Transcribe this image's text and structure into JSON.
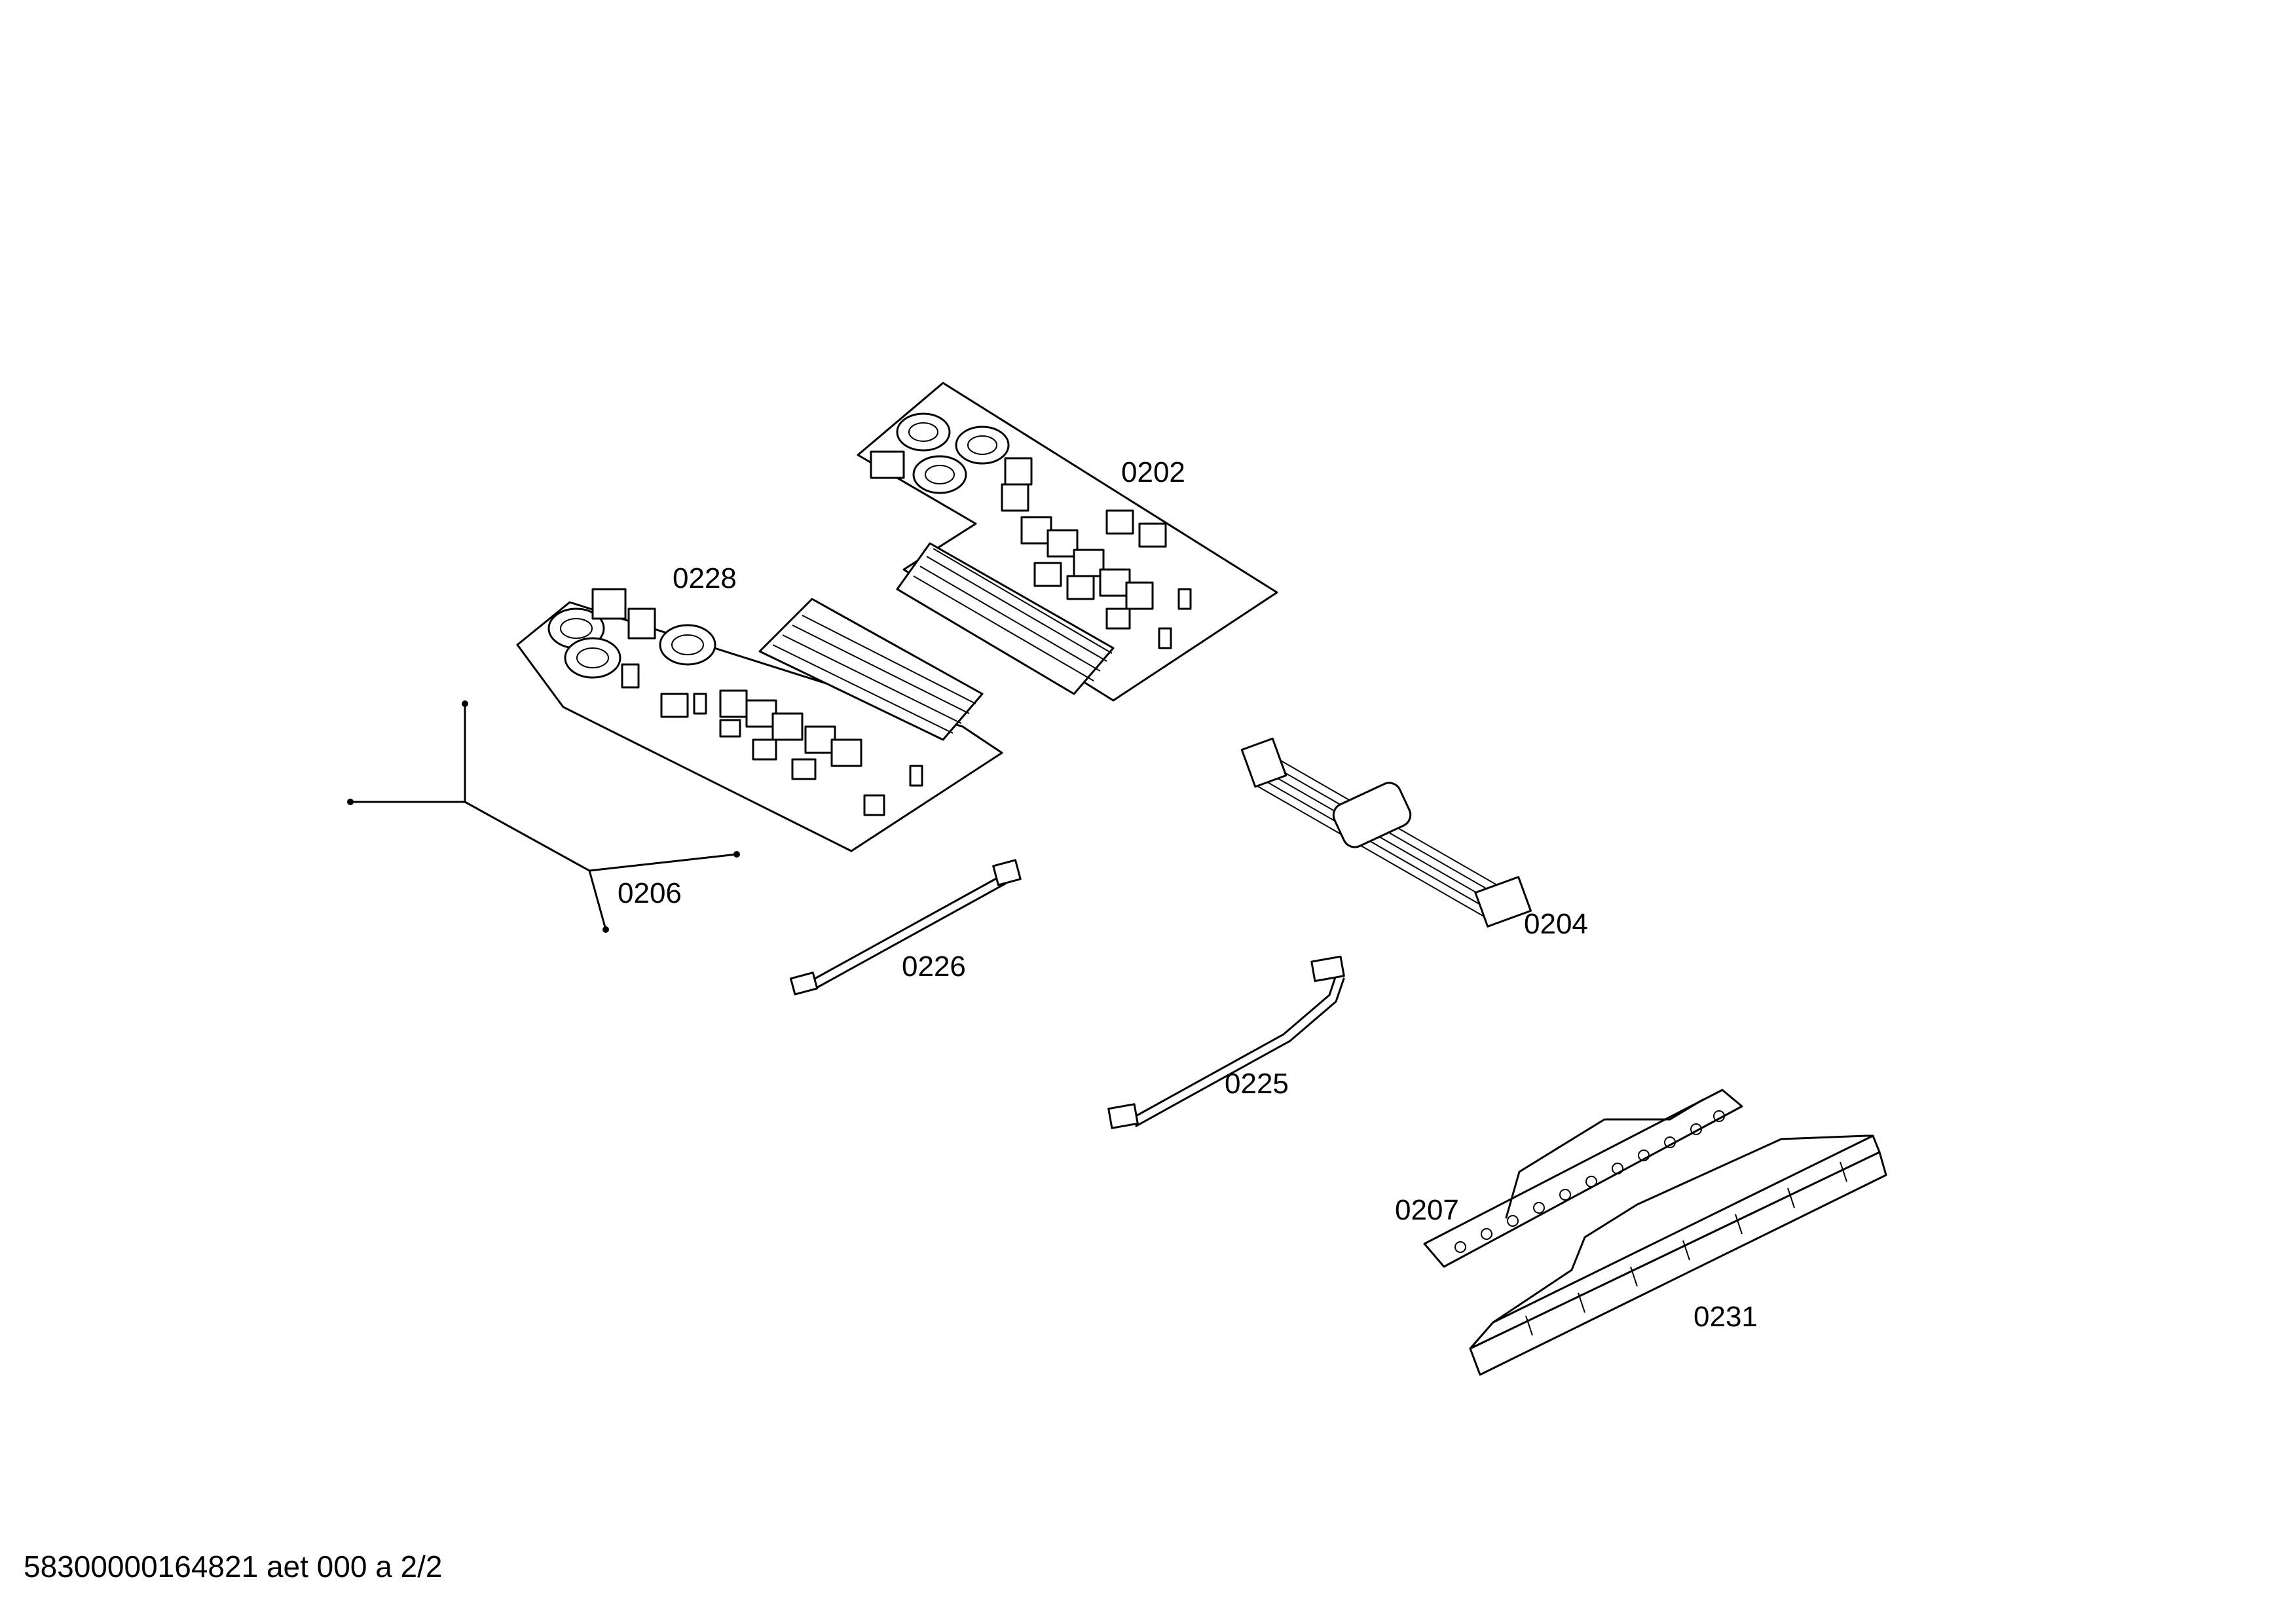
{
  "labels": {
    "part_0202": "0202",
    "part_0228": "0228",
    "part_0206": "0206",
    "part_0226": "0226",
    "part_0204": "0204",
    "part_0225": "0225",
    "part_0207": "0207",
    "part_0231": "0231"
  },
  "footer": "58300000164821 aet 000 a 2/2",
  "colors": {
    "line": "#000000",
    "background": "#ffffff"
  }
}
